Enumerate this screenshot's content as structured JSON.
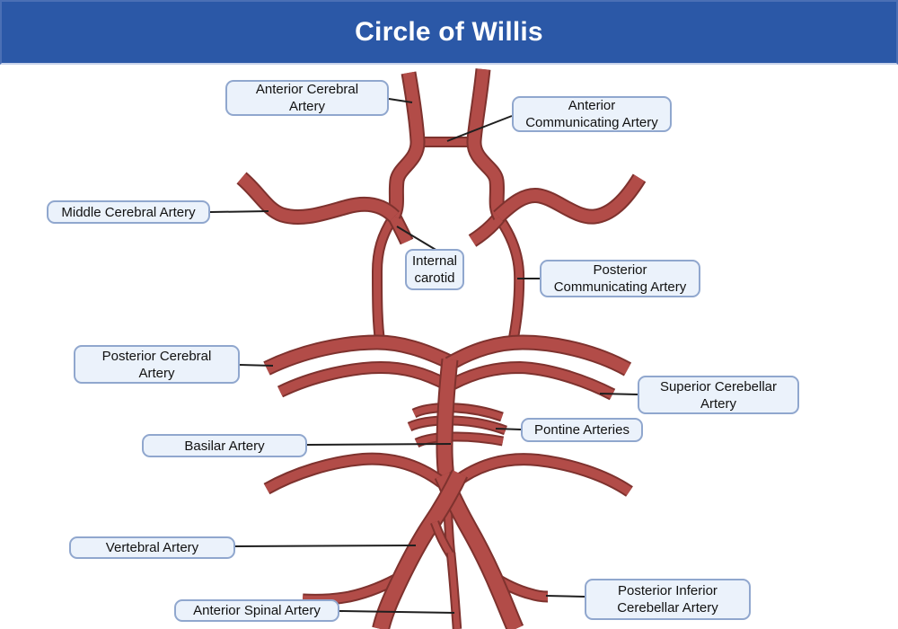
{
  "header": {
    "title": "Circle of Willis"
  },
  "colors": {
    "header_bg": "#2B58A7",
    "header_border": "#4A6FB5",
    "header_underline": "#C8D3EA",
    "header_text": "#FFFFFF",
    "artery_fill": "#B24C48",
    "artery_outline": "#7E322E",
    "label_bg": "#EBF2FB",
    "label_border": "#90A7CE",
    "label_text": "#111111",
    "connector": "#1F1F1F",
    "canvas_bg": "#FFFFFF"
  },
  "labels": [
    {
      "id": "anterior-cerebral-artery",
      "text": "Anterior Cerebral\nArtery"
    },
    {
      "id": "anterior-communicating-artery",
      "text": "Anterior\nCommunicating Artery"
    },
    {
      "id": "middle-cerebral-artery",
      "text": "Middle Cerebral Artery"
    },
    {
      "id": "internal-carotid",
      "text": "Internal\ncarotid"
    },
    {
      "id": "posterior-communicating-artery",
      "text": "Posterior\nCommunicating Artery"
    },
    {
      "id": "posterior-cerebral-artery",
      "text": "Posterior Cerebral\nArtery"
    },
    {
      "id": "superior-cerebellar-artery",
      "text": "Superior Cerebellar\nArtery"
    },
    {
      "id": "pontine-arteries",
      "text": "Pontine Arteries"
    },
    {
      "id": "basilar-artery",
      "text": "Basilar Artery"
    },
    {
      "id": "vertebral-artery",
      "text": "Vertebral Artery"
    },
    {
      "id": "anterior-spinal-artery",
      "text": "Anterior Spinal Artery"
    },
    {
      "id": "posterior-inferior-cerebellar-artery",
      "text": "Posterior Inferior\nCerebellar Artery"
    }
  ]
}
